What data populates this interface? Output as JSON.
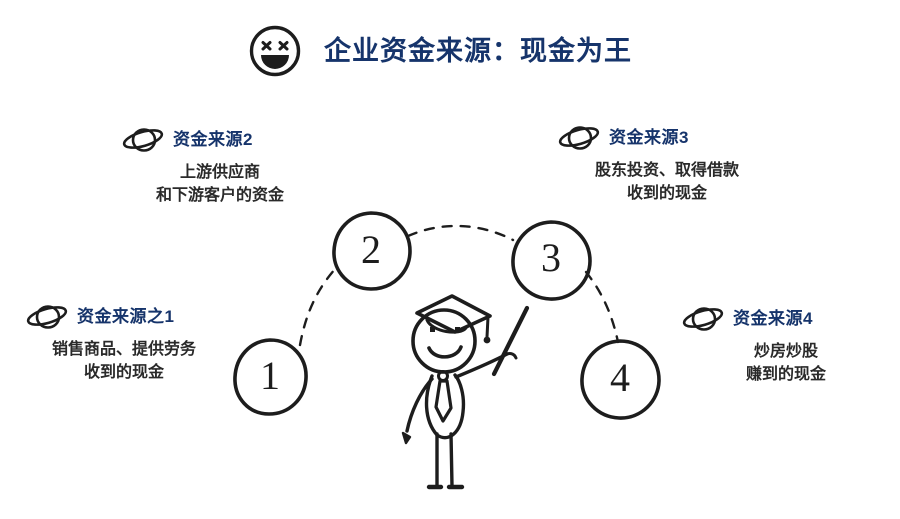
{
  "page": {
    "background_color": "#ffffff",
    "accent_color": "#16346b",
    "body_text_color": "#2a2a2a",
    "ink_color": "#1d1d1d"
  },
  "header": {
    "emoji_icon": "laughing-face-icon",
    "title": "企业资金来源：现金为王"
  },
  "sources": [
    {
      "id": "source-1",
      "icon": "planet-icon",
      "title": "资金来源之1",
      "lines": [
        "销售商品、提供劳务",
        "收到的现金"
      ],
      "node_number": "1"
    },
    {
      "id": "source-2",
      "icon": "planet-icon",
      "title": "资金来源2",
      "lines": [
        "上游供应商",
        "和下游客户的资金"
      ],
      "node_number": "2"
    },
    {
      "id": "source-3",
      "icon": "planet-icon",
      "title": "资金来源3",
      "lines": [
        "股东投资、取得借款",
        "收到的现金"
      ],
      "node_number": "3"
    },
    {
      "id": "source-4",
      "icon": "planet-icon",
      "title": "资金来源4",
      "lines": [
        "炒房炒股",
        "赚到的现金"
      ],
      "node_number": "4"
    }
  ],
  "illustration": {
    "figure": "graduate-stick-figure-icon",
    "node_circles": [
      "1",
      "2",
      "3",
      "4"
    ],
    "connectors": "dashed-arc"
  }
}
